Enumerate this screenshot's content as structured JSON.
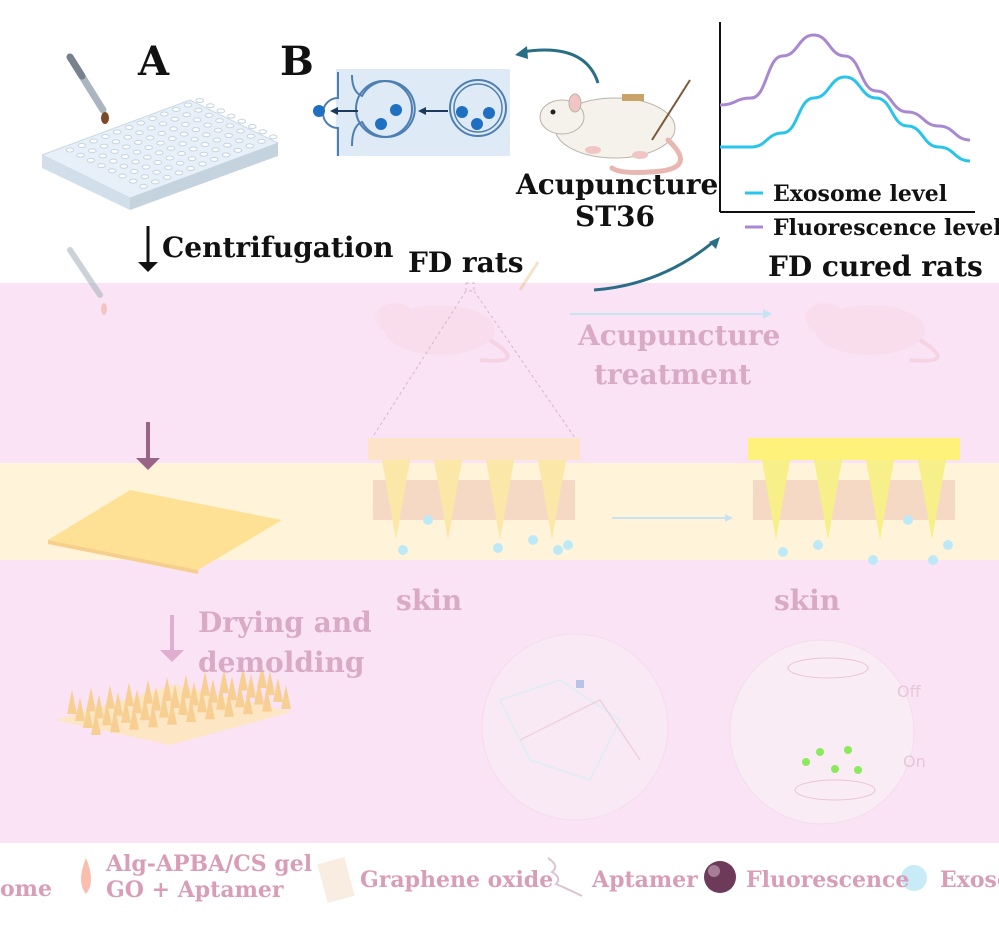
{
  "panels": {
    "a_letter": "A",
    "b_letter": "B"
  },
  "top": {
    "rat_label_line1": "Acupuncture",
    "rat_label_line2": "ST36",
    "step_centrifugation": "Centrifugation",
    "fd_rats": "FD rats",
    "fd_cured_rats": "FD cured rats"
  },
  "chart_data": {
    "type": "line",
    "title": "",
    "xlabel": "",
    "ylabel": "",
    "series": [
      {
        "name": "Exosome level",
        "color": "#29c4ec",
        "values": [
          0.2,
          0.2,
          0.3,
          0.55,
          0.7,
          0.55,
          0.35,
          0.2,
          0.1
        ]
      },
      {
        "name": "Fluorescence level",
        "color": "#a988d2",
        "values": [
          0.5,
          0.55,
          0.85,
          1.0,
          0.85,
          0.6,
          0.45,
          0.35,
          0.25
        ]
      }
    ],
    "grid": false,
    "legend": "bottom"
  },
  "middle": {
    "acupuncture_line1": "Acupuncture",
    "acupuncture_line2": "treatment",
    "skin_left": "skin",
    "skin_right": "skin",
    "drying_line1": "Drying and",
    "drying_line2": "demolding",
    "state_off": "Off",
    "state_on": "On"
  },
  "legend": {
    "item1": "ome",
    "item2_line1": "Alg-APBA/CS gel",
    "item2_line2": "GO + Aptamer",
    "item3": "Graphene oxide",
    "item4": "Aptamer",
    "item5": "Fluorescence",
    "item6": "Exoso"
  },
  "colors": {
    "pink_band": "#fbe3f6",
    "yellow_band": "#fff4d9",
    "faded_text": "#d9aac6",
    "exosome_blue": "#29c4ec",
    "fluorescence_purple": "#a988d2",
    "arrow_teal": "#2a6e86"
  }
}
